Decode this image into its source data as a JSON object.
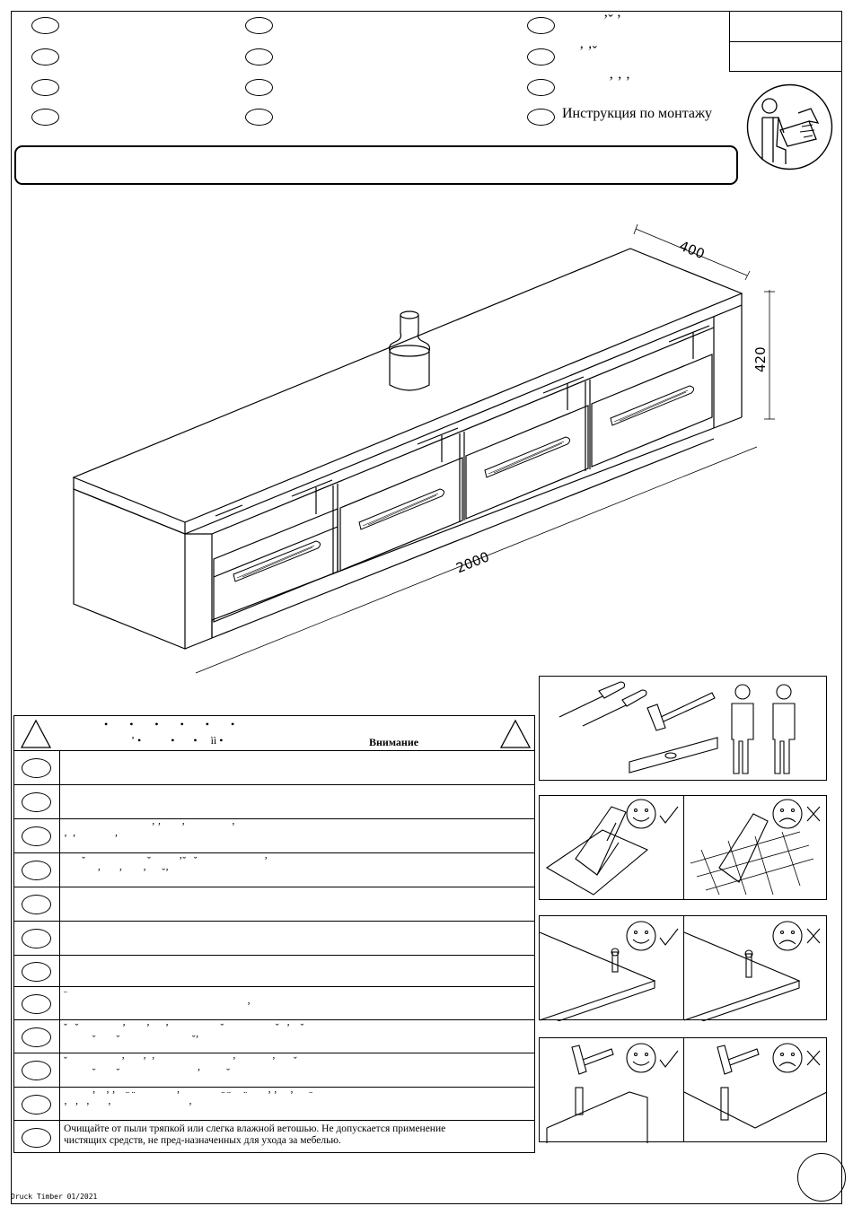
{
  "header": {
    "instruction_title": "Инструкция по монтажу",
    "marks_row1": "ʼˇ    ʼ",
    "marks_row2": "ʼ              ʼˇ",
    "marks_row3": "ʼ   ʼ         ʼ"
  },
  "drawing": {
    "dim_depth": "400",
    "dim_height": "420",
    "dim_width": "2000"
  },
  "warnings": {
    "header_dots_1": "•        •        •        •        •        •",
    "header_dots_2": "ʼ •           •       •     ìì •",
    "header_label": "Внимание",
    "rows": [
      {
        "line1": "",
        "line2": ""
      },
      {
        "line1": "",
        "line2": ""
      },
      {
        "line1": "                                  ʼ ʼ        ʼ                  ʼ",
        "line2": "ʼ  ʼ               ʼ"
      },
      {
        "line1": "       ˇ                        ˇ           ʼˇ   ˇ                          ʼ",
        "line2": "             ʼ       ʼ        ʼ      ˇʼ"
      },
      {
        "line1": "",
        "line2": ""
      },
      {
        "line1": "",
        "line2": ""
      },
      {
        "line1": "",
        "line2": ""
      },
      {
        "line1": "¨",
        "line2": "                                                                       ʼ"
      },
      {
        "line1": "ˇ   ˇ                 ʼ        ʼ      ʼ                    ˇ                    ˇ   ʼ    ˇ",
        "line2": "           ˇ        ˇ                            ˇʼ"
      },
      {
        "line1": "ˇ                     ʼ       ʼ  ʼ                              ʼ              ʼ       ˇ",
        "line2": "           ˇ        ˇ                              ʼ          ˇ"
      },
      {
        "line1": "           ʼ    ʼ ʼ    ¨ ¨                ʼ                ¨ ¨     ¨        ʼ ʼ     ʼ      ¨",
        "line2": "ʼ   ʼ   ʼ       ʼ                              ʼ"
      },
      {
        "line1": "Очищайте от пыли тряпкой или слегка влажной ветошью. Не допускается применение",
        "line2": "чистящих средств, не пред-назначенных для ухода за мебелью."
      }
    ]
  },
  "footer": {
    "print_label": "Druck Timber 01/2021"
  }
}
